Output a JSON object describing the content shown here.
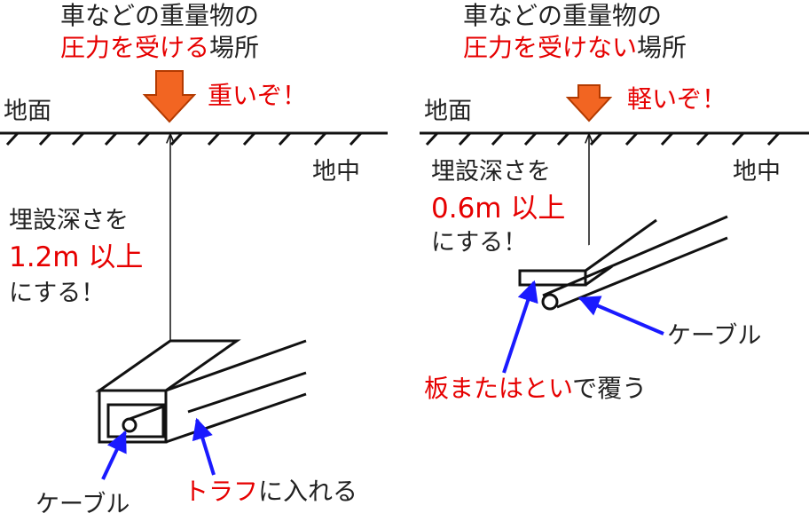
{
  "colors": {
    "red": "#e60000",
    "blue": "#1a1aff",
    "arrow_fill": "#f26522",
    "arrow_stroke": "#b33a00",
    "black": "#111111"
  },
  "left": {
    "title_line1": "車などの重量物の",
    "title_line2_red": "圧力を受ける",
    "title_line2_rest": "場所",
    "weight_label": "重いぞ！",
    "ground_label": "地面",
    "underground_label": "地中",
    "depth_line1": "埋設深さを",
    "depth_value": "1.2m 以上",
    "depth_line3": "にする！",
    "cable_label": "ケーブル",
    "trough_red": "トラフ",
    "trough_rest": "に入れる"
  },
  "right": {
    "title_line1": "車などの重量物の",
    "title_line2_red": "圧力を受けない",
    "title_line2_rest": "場所",
    "weight_label": "軽いぞ！",
    "ground_label": "地面",
    "underground_label": "地中",
    "depth_line1": "埋設深さを",
    "depth_value": "0.6m 以上",
    "depth_line3": "にする！",
    "cable_label": "ケーブル",
    "cover_red": "板またはとい",
    "cover_rest": "で覆う"
  }
}
